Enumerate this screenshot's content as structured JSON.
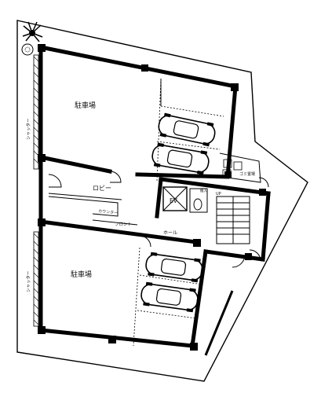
{
  "rooms": {
    "parking_upper": "駐車場",
    "parking_lower": "駐車場",
    "lobby": "ロビー",
    "counter": "カウンター",
    "front": "フロント",
    "hall": "ホール",
    "elevator": "EV",
    "step_label": "UP",
    "inner_label": "搬入",
    "upper_right_label": "ゴミ置場",
    "shutter_upper": "シャッター",
    "shutter_lower": "シャッター"
  },
  "parking_upper_spaces": [
    {
      "car": true
    },
    {
      "car": true
    }
  ],
  "parking_lower_spaces": [
    {
      "car": true
    },
    {
      "car": true
    },
    {
      "car": false
    }
  ],
  "icons": [
    "palm-tree-icon",
    "shrub-icon",
    "car-icon",
    "door-swing-icon",
    "stair-icon"
  ]
}
